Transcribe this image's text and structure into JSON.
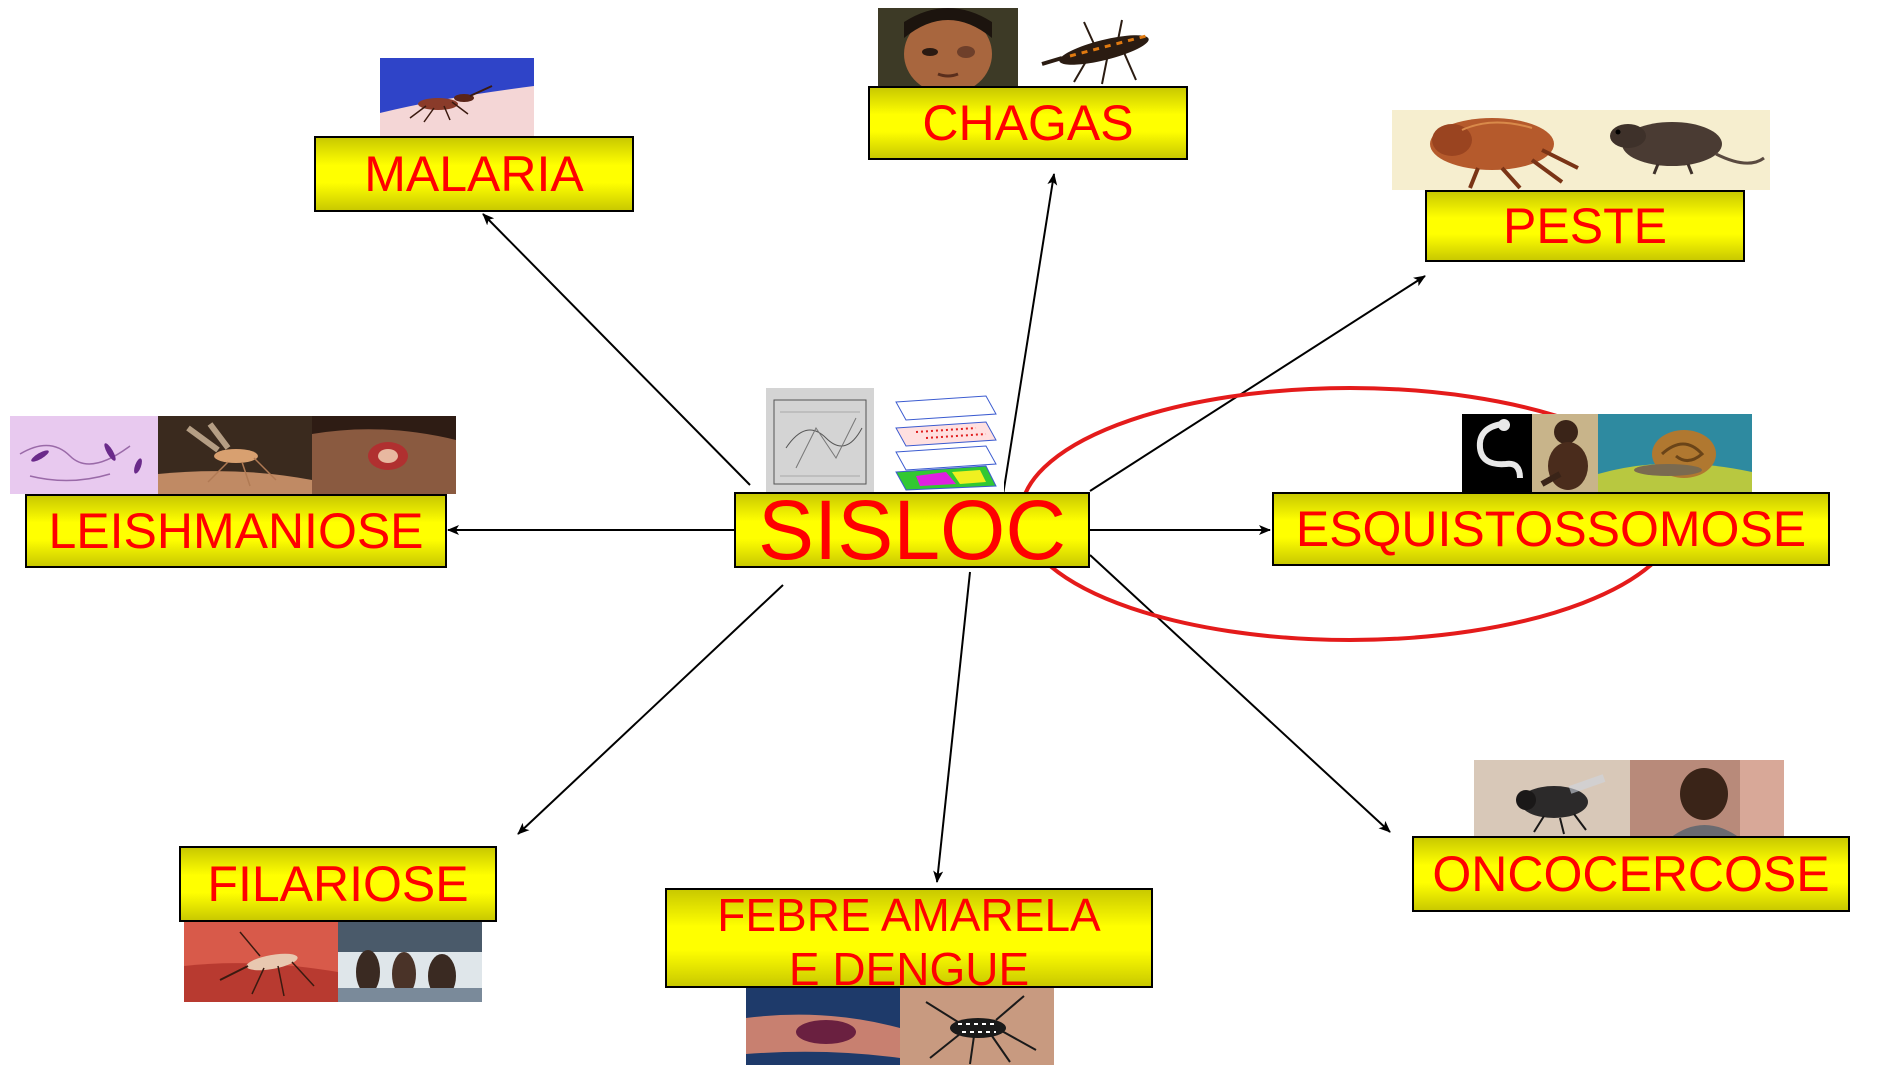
{
  "center": {
    "label": "SISLOC"
  },
  "nodes": {
    "malaria": "MALARIA",
    "chagas": "CHAGAS",
    "peste": "PESTE",
    "leishmaniose": "LEISHMANIOSE",
    "esquistossomose": "ESQUISTOSSOMOSE",
    "filariose": "FILARIOSE",
    "febre_line1": "FEBRE AMARELA",
    "febre_line2": "E DENGUE",
    "oncocercose": "ONCOCERCOSE"
  },
  "colors": {
    "box_fill": "#ffff00",
    "box_shade": "#c9c900",
    "label": "#ff0000",
    "highlight_ellipse": "#e41b1b",
    "edge": "#000000"
  }
}
